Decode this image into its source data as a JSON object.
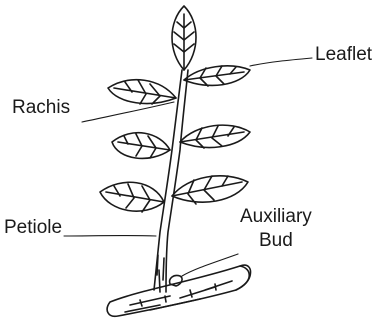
{
  "labels": {
    "leaflet": "Leaflet",
    "rachis": "Rachis",
    "petiole": "Petiole",
    "auxiliary_line1": "Auxiliary",
    "auxiliary_line2": "Bud"
  },
  "colors": {
    "ink": "#1a1a1a",
    "background": "#ffffff"
  }
}
